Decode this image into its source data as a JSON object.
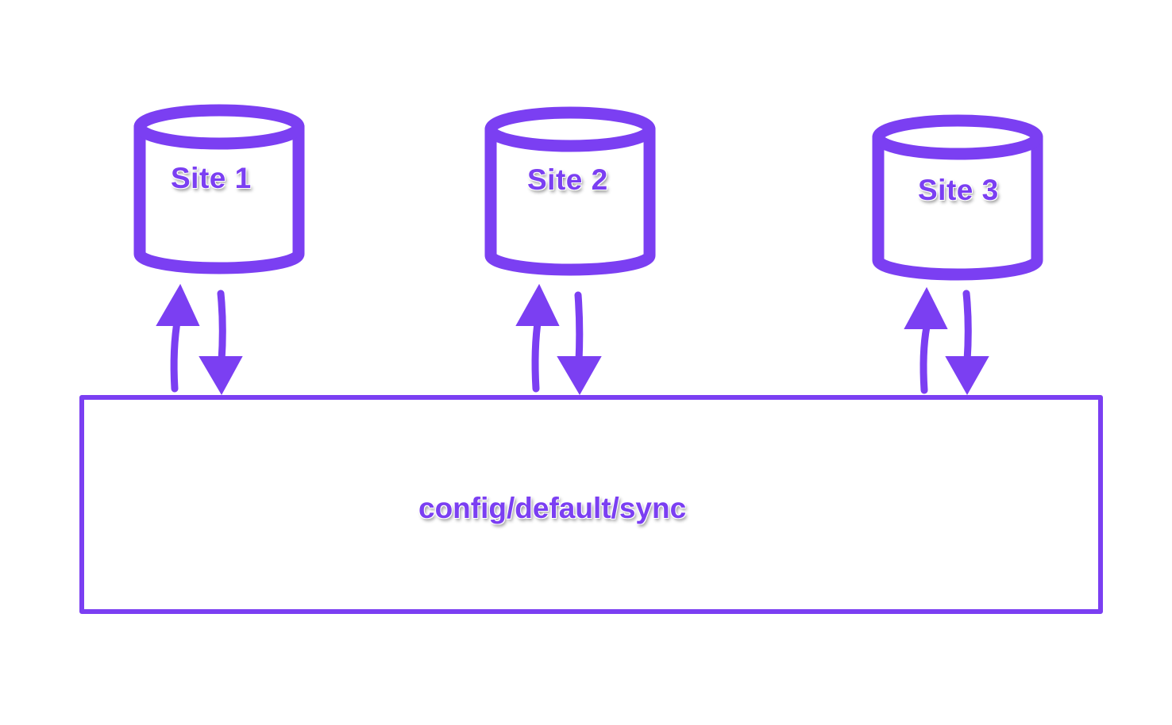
{
  "colors": {
    "accent": "#7b3ff2",
    "background": "#ffffff"
  },
  "sites": [
    {
      "label": "Site 1",
      "icon": "database-cylinder-icon"
    },
    {
      "label": "Site 2",
      "icon": "database-cylinder-icon"
    },
    {
      "label": "Site 3",
      "icon": "database-cylinder-icon"
    }
  ],
  "config_store": {
    "label": "config/default/sync"
  },
  "connections": [
    {
      "from": "Site 1",
      "to": "config/default/sync",
      "direction": "bidirectional"
    },
    {
      "from": "Site 2",
      "to": "config/default/sync",
      "direction": "bidirectional"
    },
    {
      "from": "Site 3",
      "to": "config/default/sync",
      "direction": "bidirectional"
    }
  ]
}
